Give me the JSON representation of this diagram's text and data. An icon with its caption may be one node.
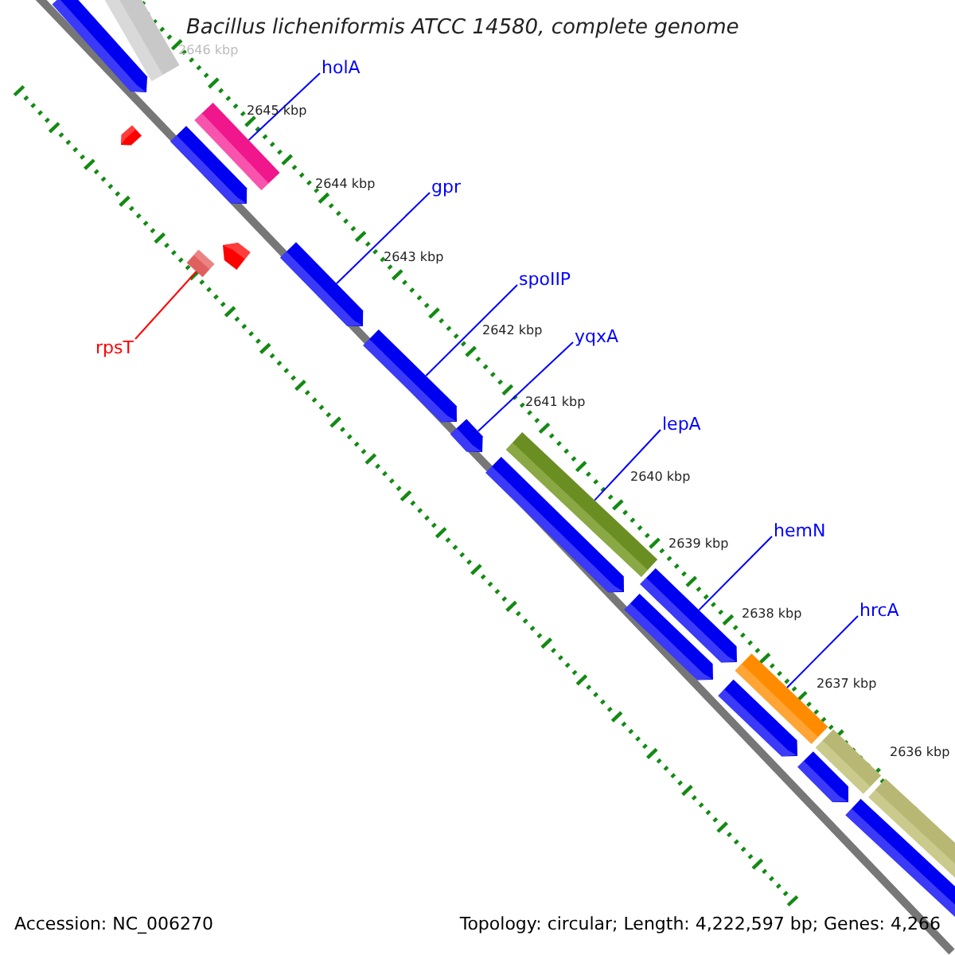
{
  "diagram": {
    "title": "Bacillus licheniformis ATCC 14580, complete genome",
    "nodes": [
      {
        "text": [
          "holA"
        ]
      },
      {
        "text": [],
        "shape": "box"
      },
      {
        "text": [
          "gpr"
        ]
      },
      {
        "text": [],
        "shape": "arrow"
      },
      {
        "text": [
          "spoIIP"
        ]
      },
      {
        "text": [],
        "shape": "arrow"
      },
      {
        "text": [
          "yqxA"
        ]
      },
      {
        "text": [],
        "shape": "arrow"
      },
      {
        "text": [
          "lepA"
        ]
      },
      {
        "text": [],
        "shape": "box"
      },
      {
        "text": [
          "hemN"
        ]
      },
      {
        "text": [],
        "shape": "arrow"
      },
      {
        "text": [
          "hrcA"
        ]
      },
      {
        "text": [],
        "shape": "box"
      },
      {
        "text": [
          "rpsT"
        ]
      },
      {
        "text": [],
        "shape": "box"
      },
      {
        "text": [],
        "shape": "arrow"
      },
      {
        "text": [],
        "shape": "box"
      },
      {
        "text": [],
        "shape": "arrow"
      },
      {
        "text": [],
        "shape": "arrow"
      },
      {
        "text": [],
        "shape": "arrow"
      },
      {
        "text": [],
        "shape": "arrow"
      },
      {
        "text": [],
        "shape": "arrow"
      },
      {
        "text": [],
        "shape": "arrow"
      },
      {
        "text": [],
        "shape": "box"
      },
      {
        "text": [],
        "shape": "box"
      },
      {
        "text": [],
        "shape": "arrow"
      },
      {
        "text": [],
        "shape": "box"
      }
    ],
    "edges": [
      {
        "from": 0,
        "to": 1,
        "arrow": "none"
      },
      {
        "from": 2,
        "to": 3,
        "arrow": "none"
      },
      {
        "from": 4,
        "to": 5,
        "arrow": "none"
      },
      {
        "from": 6,
        "to": 7,
        "arrow": "none"
      },
      {
        "from": 8,
        "to": 9,
        "arrow": "none"
      },
      {
        "from": 10,
        "to": 11,
        "arrow": "none"
      },
      {
        "from": 12,
        "to": 13,
        "arrow": "none"
      },
      {
        "from": 14,
        "to": 15,
        "arrow": "none",
        "color": "#ff0000"
      }
    ],
    "labels": [
      "2646 kbp",
      "2645 kbp",
      "2644 kbp",
      "2643 kbp",
      "2642 kbp",
      "2641 kbp",
      "2640 kbp",
      "2639 kbp",
      "2638 kbp",
      "2637 kbp",
      "2636 kbp",
      "Accession: NC_006270",
      "Topology: circular; Length: 4,222,597 bp; Genes: 4,266"
    ]
  }
}
